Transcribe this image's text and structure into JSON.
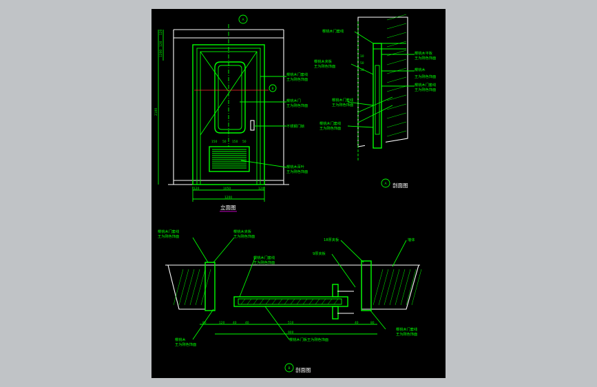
{
  "colors": {
    "background": "#c0c3c6",
    "sheet": "#000000",
    "line": "#00ff00",
    "wall": "#ffffff",
    "axis": "#ff2a2a",
    "underline": "#ff00ff"
  },
  "elevation": {
    "title": "立面图",
    "marker_top": "A",
    "marker_side": "B",
    "labels": [
      "樱桃木门套线",
      "王为刚色饰面",
      "樱桃木门",
      "王为刚色饰面",
      "不锈钢门锁",
      "樱桃木百叶",
      "王为刚色饰面"
    ],
    "dims_left": [
      "120",
      "120",
      "1200",
      "2100"
    ],
    "dims_bottom_row1": [
      "120",
      "1050",
      "120"
    ],
    "dims_bottom_row2": "1200",
    "dims_panel": [
      "150",
      "50",
      "150",
      "50"
    ]
  },
  "section_a": {
    "title": "剖面图",
    "marker": "A",
    "labels_left": [
      "樱桃木门套线",
      "樱桃木夹板",
      "王为刚色饰面"
    ],
    "labels_right": [
      "樱桃木平板",
      "王为刚色饰面",
      "樱桃木",
      "王为刚色饰面",
      "樱桃木门套线",
      "王为刚色饰面"
    ],
    "dims": [
      "10",
      "50",
      "10"
    ]
  },
  "section_b": {
    "title": "剖面图",
    "marker": "B",
    "labels": [
      "樱桃木门套线",
      "王为刚色饰面",
      "樱桃木夹板",
      "王为刚色饰面",
      "樱桃木门套线",
      "王为刚色饰面",
      "18厚夹板",
      "9厚夹板",
      "墙体",
      "樱桃木门套线",
      "王为刚色饰面",
      "樱桃木",
      "王为刚色饰面",
      "樱桃木门板王为刚色饰面"
    ],
    "dims_row1": [
      "80",
      "120",
      "40",
      "40",
      "510",
      "40",
      "80"
    ],
    "dims_row2": "900"
  }
}
